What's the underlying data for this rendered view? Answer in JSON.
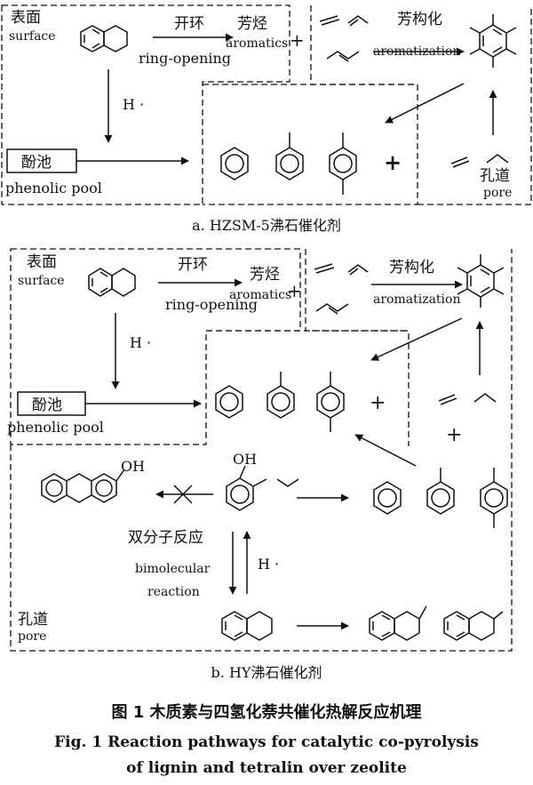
{
  "panel_a": {
    "surface_zh": "表面",
    "surface_en": "surface",
    "ring_opening_zh": "开环",
    "ring_opening_en": "ring-opening",
    "aromatics_zh": "芳烃",
    "aromatics_en": "aromatics",
    "aromatization_zh": "芳构化",
    "aromatization_en": "aromatization",
    "h_radical": "H ·",
    "phenolic_pool_zh": "酚池",
    "phenolic_pool_en": "phenolic  pool",
    "pore_zh": "孔道",
    "pore_en": "pore",
    "plus": "+",
    "caption": "a. HZSM-5沸石催化剂"
  },
  "panel_b": {
    "surface_zh": "表面",
    "surface_en": "surface",
    "ring_opening_zh": "开环",
    "ring_opening_en": "ring-opening",
    "aromatics_zh": "芳烃",
    "aromatics_en": "aromatics",
    "aromatization_zh": "芳构化",
    "aromatization_en": "aromatization",
    "h_radical": "H ·",
    "h_radical_2": "H ·",
    "phenolic_pool_zh": "酚池",
    "phenolic_pool_en": "phenolic  pool",
    "oh_1": "OH",
    "oh_2": "OH",
    "bimolecular_zh": "双分子反应",
    "bimolecular_en_1": "bimolecular",
    "bimolecular_en_2": "reaction",
    "pore_zh": "孔道",
    "pore_en": "pore",
    "plus": "+",
    "caption": "b. HY沸石催化剂"
  },
  "figure_caption": {
    "zh": "图 1    木质素与四氢化萘共催化热解反应机理",
    "en_line1": "Fig. 1    Reaction pathways for catalytic co-pyrolysis",
    "en_line2": "of lignin and tetralin over zeolite"
  }
}
